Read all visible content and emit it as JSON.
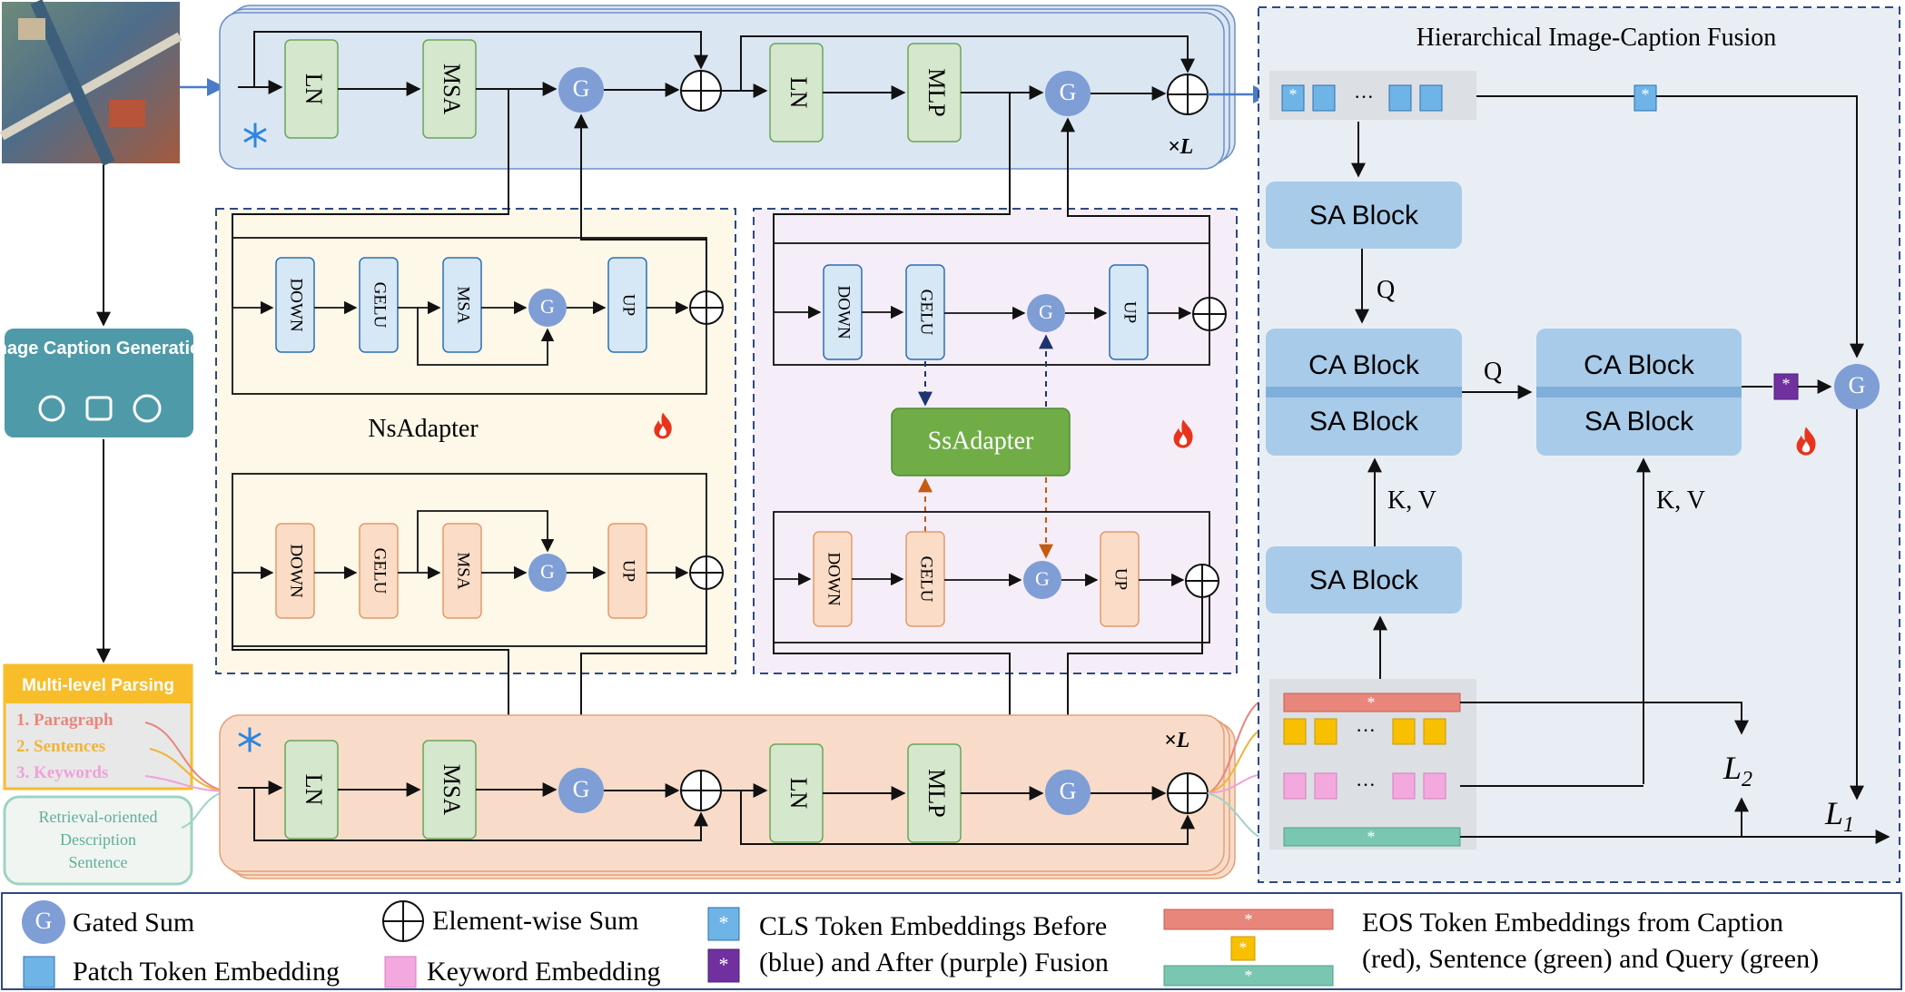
{
  "caption_gen": {
    "title": "Image Caption Generation"
  },
  "parsing": {
    "title": "Multi-level Parsing",
    "items": [
      "1.  Paragraph",
      "2.  Sentences",
      "3.  Keywords"
    ],
    "retrieval": [
      "Retrieval-oriented",
      "Description",
      "Sentence"
    ]
  },
  "blocks": {
    "ln": "LN",
    "msa": "MSA",
    "mlp": "MLP",
    "gate": "G",
    "times_l": "×L",
    "down": "DOWN",
    "gelu": "GELU",
    "up": "UP"
  },
  "adapters": {
    "ns": "NsAdapter",
    "ss": "SsAdapter"
  },
  "fusion": {
    "title": "Hierarchical  Image-Caption Fusion",
    "sa_block": "SA Block",
    "ca_block": "CA Block",
    "q": "Q",
    "kv": "K, V",
    "loss1_base": "L",
    "loss1_sub": "1",
    "loss2_base": "L",
    "loss2_sub": "2",
    "dots": "···",
    "star": "*"
  },
  "legend": {
    "gated_sum": "Gated Sum",
    "elementwise_sum": "Element-wise Sum",
    "cls_line1": "CLS Token Embeddings Before",
    "cls_line2": "(blue) and After (purple) Fusion",
    "patch": "Patch Token Embedding",
    "keyword": "Keyword Embedding",
    "eos_line1": "EOS Token Embeddings from Caption",
    "eos_line2": "(red), Sentence (green) and  Query (green)"
  },
  "colors": {
    "vision_bg": "#dbe6f3",
    "text_bg": "#f8dcc9",
    "ln_green": "#d5e7cd",
    "gate_blue": "#7f9ed6",
    "ns_bg": "#fdf8e8",
    "ss_bg": "#f5eef8",
    "ssadapter_green": "#70ad47",
    "fusion_bg": "#e9eef5",
    "block_blue": "#a8cbe9",
    "caption_teal": "#4f9aa8",
    "parsing_orange": "#f8bd2b"
  }
}
